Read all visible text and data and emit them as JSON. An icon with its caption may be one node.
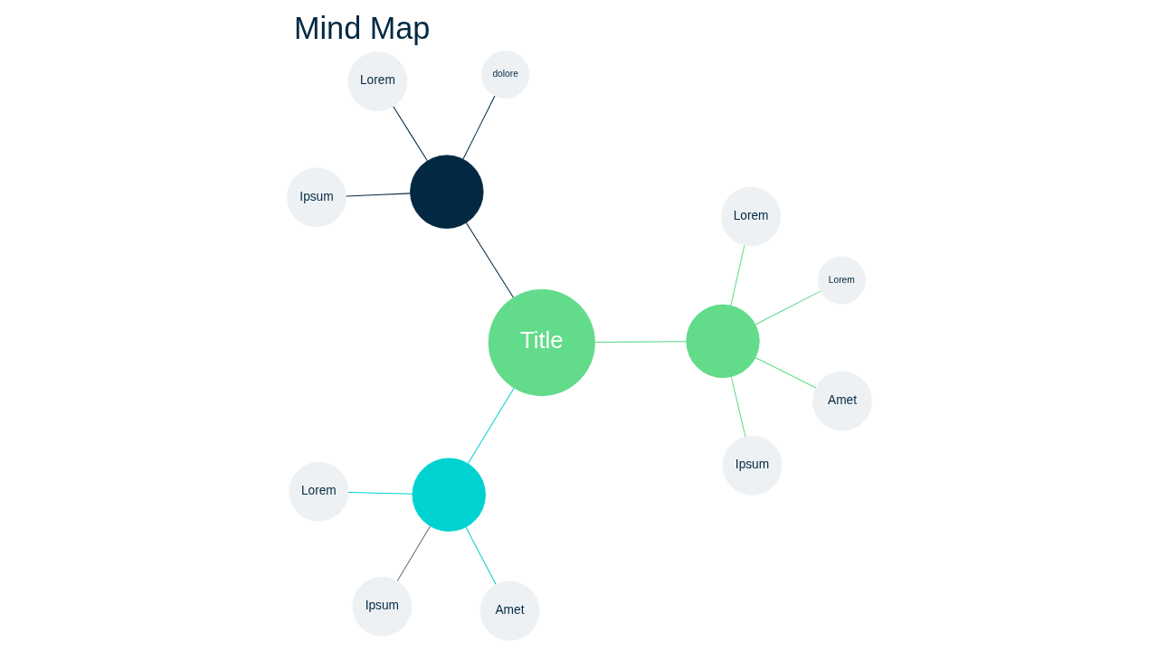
{
  "diagram": {
    "title": "Mind Map",
    "nodes": [
      {
        "text": [
          "Title"
        ]
      },
      {
        "text": [],
        "shape": "circle"
      },
      {
        "text": [],
        "shape": "circle"
      },
      {
        "text": [],
        "shape": "circle"
      },
      {
        "text": [
          "Lorem"
        ]
      },
      {
        "text": [
          "Lorem"
        ]
      },
      {
        "text": [
          "Ipsum"
        ]
      },
      {
        "text": [
          "Amet"
        ]
      },
      {
        "text": [
          "Lorem"
        ]
      },
      {
        "text": [
          "Ipsum"
        ]
      },
      {
        "text": [
          "Amet"
        ]
      },
      {
        "text": [
          "Ipsum"
        ]
      },
      {
        "text": [
          "dolore"
        ]
      },
      {
        "text": [
          "Lorem"
        ]
      }
    ],
    "edges": [
      {
        "from": 0,
        "to": 1,
        "arrow": "none",
        "color": "#62db8a"
      },
      {
        "from": 0,
        "to": 2,
        "arrow": "none",
        "color": "#00d1d1"
      },
      {
        "from": 0,
        "to": 3,
        "arrow": "none",
        "color": "#022842"
      },
      {
        "from": 1,
        "to": 4,
        "arrow": "none",
        "color": "#62db8a"
      },
      {
        "from": 1,
        "to": 5,
        "arrow": "none",
        "color": "#62db8a"
      },
      {
        "from": 1,
        "to": 6,
        "arrow": "none",
        "color": "#62db8a"
      },
      {
        "from": 1,
        "to": 7,
        "arrow": "none",
        "color": "#62db8a"
      },
      {
        "from": 2,
        "to": 8,
        "arrow": "none",
        "color": "#00d1d1"
      },
      {
        "from": 2,
        "to": 9,
        "arrow": "none",
        "color": "#5f6f7f"
      },
      {
        "from": 2,
        "to": 10,
        "arrow": "none",
        "color": "#00d1d1"
      },
      {
        "from": 3,
        "to": 11,
        "arrow": "none",
        "color": "#022842"
      },
      {
        "from": 3,
        "to": 12,
        "arrow": "none",
        "color": "#022842"
      },
      {
        "from": 3,
        "to": 13,
        "arrow": "none",
        "color": "#022842"
      }
    ]
  }
}
